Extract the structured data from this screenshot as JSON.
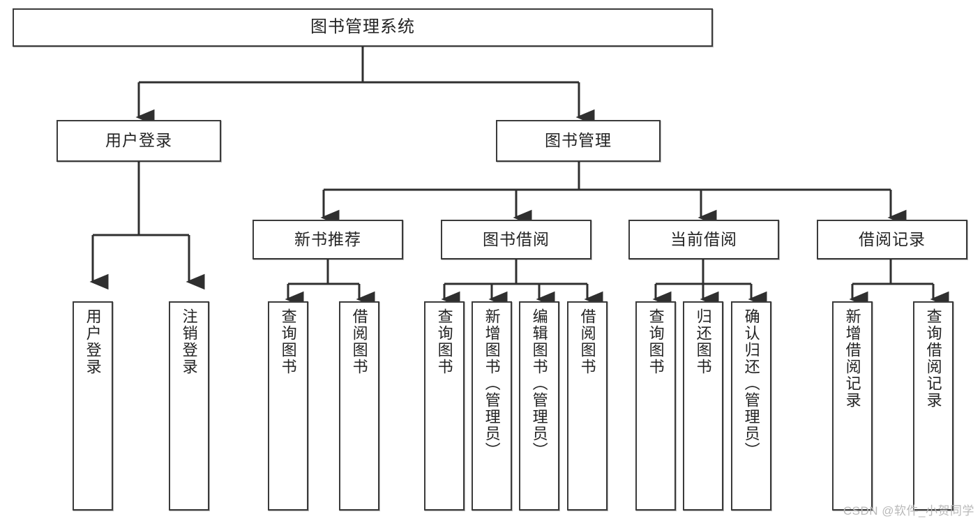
{
  "diagram": {
    "title": "图书管理系统",
    "type": "tree-hierarchy-diagram",
    "colors": {
      "box_border": "#3b3b3b",
      "box_fill": "#ffffff",
      "connector": "#2f2f2f",
      "text": "#232323",
      "watermark": "#b9b9b9"
    },
    "root": {
      "label": "图书管理系统"
    },
    "level2": [
      {
        "label": "用户登录"
      },
      {
        "label": "图书管理"
      }
    ],
    "level3": [
      {
        "label": "新书推荐"
      },
      {
        "label": "图书借阅"
      },
      {
        "label": "当前借阅"
      },
      {
        "label": "借阅记录"
      }
    ],
    "leaves": {
      "user_login": [
        {
          "label": "用户登录"
        },
        {
          "label": "注销登录"
        }
      ],
      "new_book_recommend": [
        {
          "label": "查询图书"
        },
        {
          "label": "借阅图书"
        }
      ],
      "book_borrow": [
        {
          "label": "查询图书"
        },
        {
          "label": "新增图书（管理员）"
        },
        {
          "label": "编辑图书（管理员）"
        },
        {
          "label": "借阅图书"
        }
      ],
      "current_borrow": [
        {
          "label": "查询图书"
        },
        {
          "label": "归还图书"
        },
        {
          "label": "确认归还（管理员）"
        }
      ],
      "borrow_record": [
        {
          "label": "新增借阅记录"
        },
        {
          "label": "查询借阅记录"
        }
      ]
    }
  },
  "watermark": {
    "text": "CSDN @软件_小贺同学"
  }
}
